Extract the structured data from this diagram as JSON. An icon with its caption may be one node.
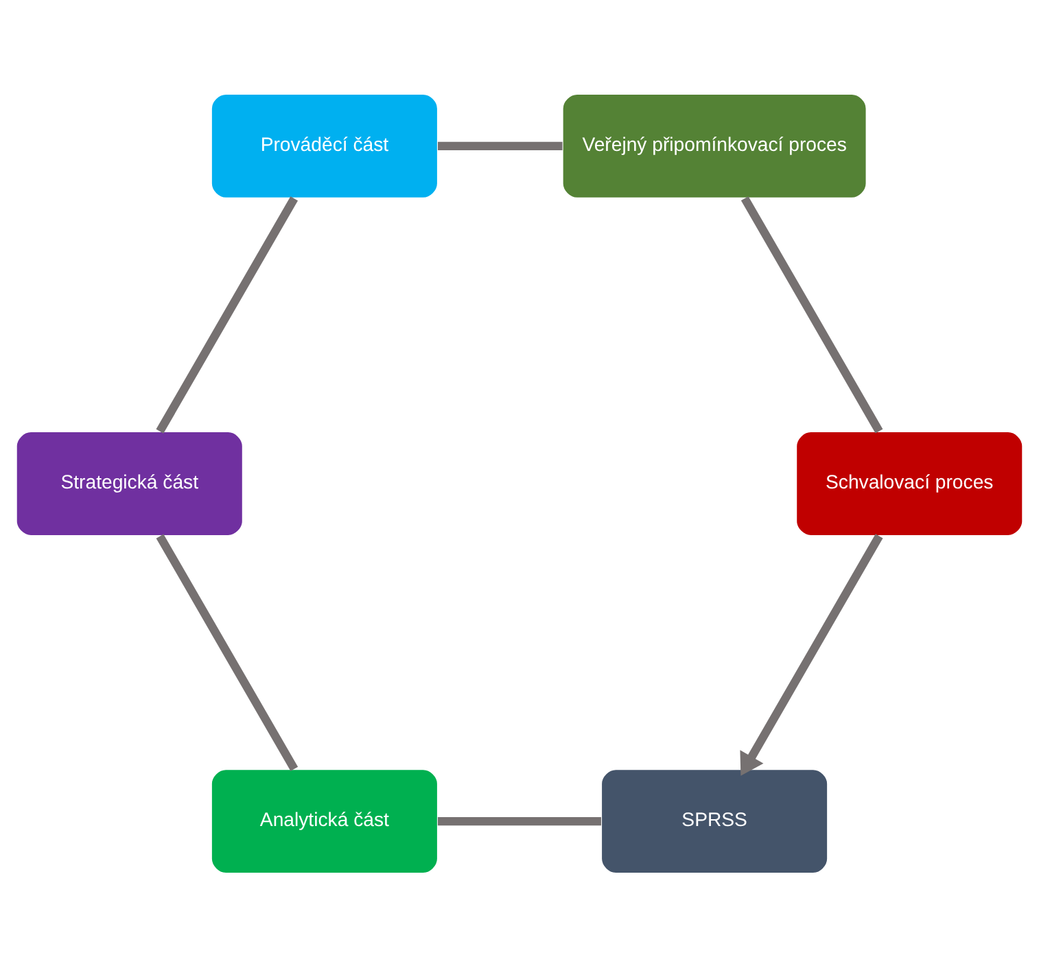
{
  "diagram": {
    "nodes": [
      {
        "text": [
          "SPRSS"
        ]
      },
      {
        "text": [
          "Schvalovací proces"
        ]
      },
      {
        "text": [
          "Analytická část"
        ]
      },
      {
        "text": [
          "Veřejný připomínkovací proces"
        ]
      },
      {
        "text": [
          "Strategická část"
        ]
      },
      {
        "text": [
          "Prováděcí část"
        ]
      }
    ],
    "edges": [
      {
        "from": 0,
        "to": 2,
        "arrow": "none"
      },
      {
        "from": 2,
        "to": 4,
        "arrow": "none"
      },
      {
        "from": 4,
        "to": 5,
        "arrow": "none"
      },
      {
        "from": 5,
        "to": 3,
        "arrow": "none"
      },
      {
        "from": 3,
        "to": 1,
        "arrow": "none"
      },
      {
        "from": 1,
        "to": 0,
        "arrow": "to"
      }
    ]
  }
}
